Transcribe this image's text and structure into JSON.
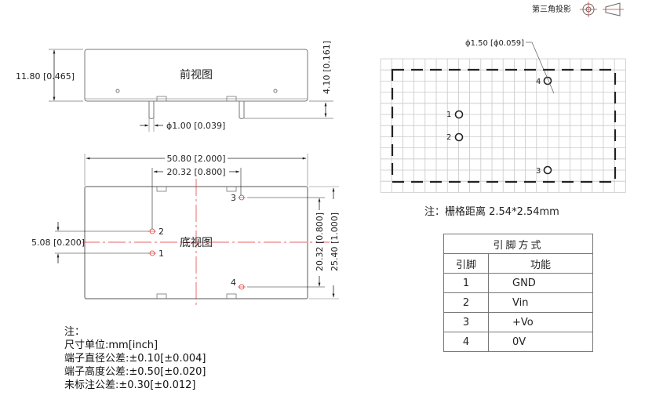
{
  "projection": {
    "label": "第三角投影"
  },
  "front_view": {
    "title": "前视图",
    "height_dim": "11.80 [0.465]",
    "pin_height_dim": "4.10 [0.161]",
    "pin_diameter_dim": "ϕ1.00 [0.039]"
  },
  "bottom_view": {
    "title": "底视图",
    "width_dim": "50.80 [2.000]",
    "pin_spacing_x_dim": "20.32 [0.800]",
    "pin_spacing_y_small_dim": "5.08 [0.200]",
    "pin_spacing_y_dim": "20.32 [0.800]",
    "depth_dim": "25.40 [1.000]",
    "pins": [
      "1",
      "2",
      "3",
      "4"
    ]
  },
  "pcb_layout": {
    "hole_dim": "ϕ1.50 [ϕ0.059]",
    "pins": [
      "1",
      "2",
      "3",
      "4"
    ],
    "grid_note": "注：栅格距离 2.54*2.54mm"
  },
  "pin_table": {
    "title": "引脚方式",
    "headers": [
      "引脚",
      "功能"
    ],
    "rows": [
      {
        "pin": "1",
        "function": "GND"
      },
      {
        "pin": "2",
        "function": "Vin"
      },
      {
        "pin": "3",
        "function": "+Vo"
      },
      {
        "pin": "4",
        "function": "0V"
      }
    ]
  },
  "notes": {
    "title": "注：",
    "lines": [
      "尺寸单位:mm[inch]",
      "端子直径公差:±0.10[±0.004]",
      "端子高度公差:±0.50[±0.020]",
      "未标注公差:±0.30[±0.012]"
    ]
  },
  "colors": {
    "centerline": "#e03030",
    "outline": "#777777",
    "grid": "#c8c8c8"
  }
}
